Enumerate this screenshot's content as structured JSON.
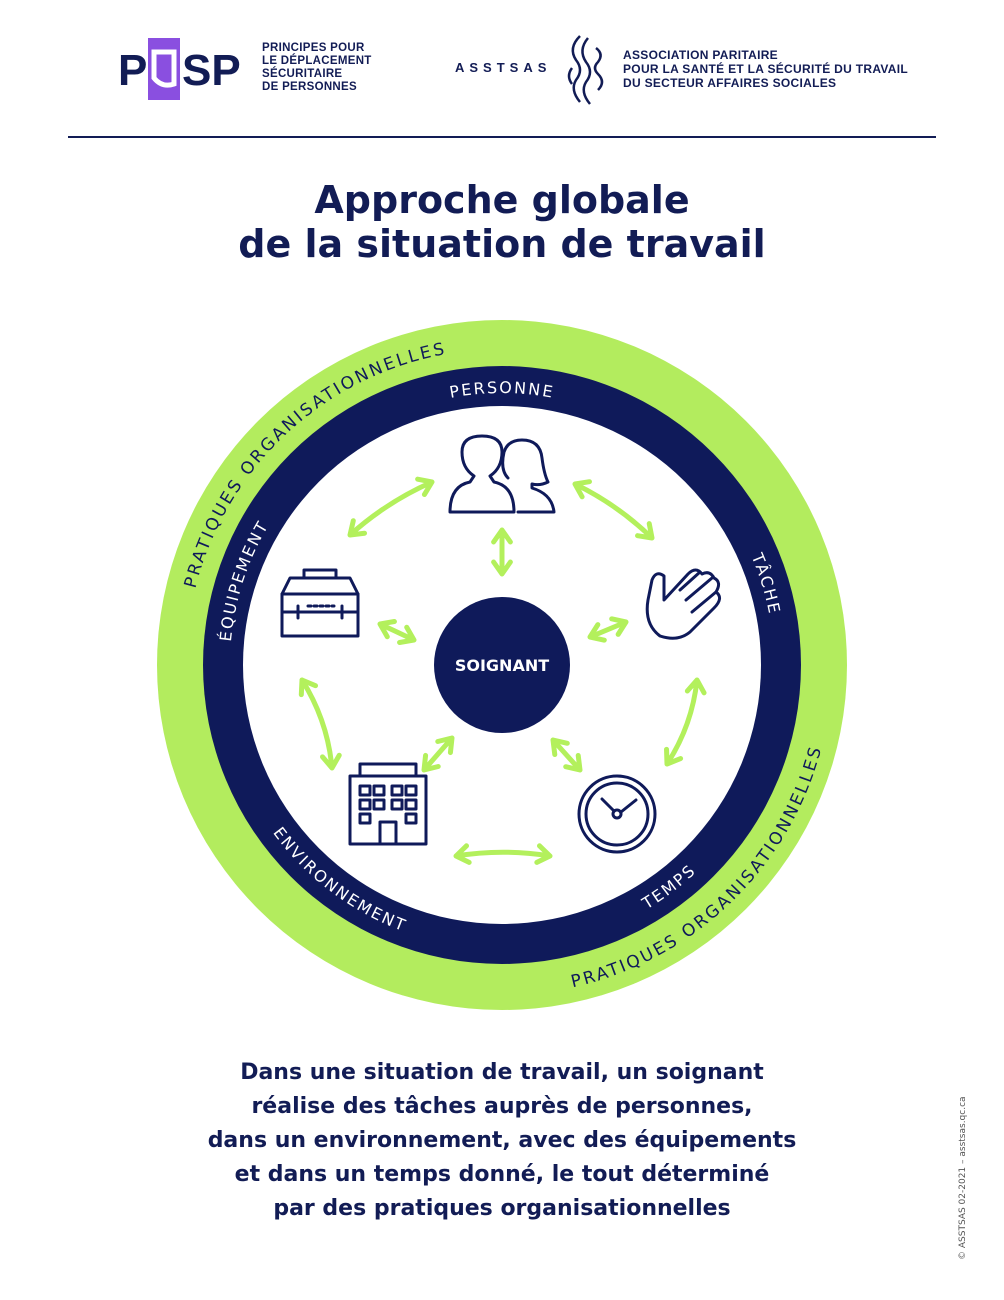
{
  "header": {
    "pdsp_logo": "PDSP",
    "pdsp_lines": [
      "PRINCIPES POUR",
      "LE DÉPLACEMENT",
      "SÉCURITAIRE",
      "DE PERSONNES"
    ],
    "asstsas_name": "ASSTSAS",
    "asstsas_lines": [
      "ASSOCIATION PARITAIRE",
      "POUR LA SANTÉ ET LA SÉCURITÉ DU TRAVAIL",
      "DU SECTEUR AFFAIRES SOCIALES"
    ]
  },
  "title_lines": [
    "Approche globale",
    "de la situation de travail"
  ],
  "diagram": {
    "center_label": "SOIGNANT",
    "ring_labels": {
      "personne": "PERSONNE",
      "tache": "TÂCHE",
      "equipement": "ÉQUIPEMENT",
      "environnement": "ENVIRONNEMENT",
      "temps": "TEMPS"
    },
    "outer_label": "PRATIQUES ORGANISATIONNELLES",
    "colors": {
      "navy": "#0f1a5a",
      "green": "#b3ec5e",
      "arrow": "#b3f05c"
    }
  },
  "caption_lines": [
    "Dans une situation de travail, un soignant",
    "réalise des tâches auprès de personnes,",
    "dans un environnement, avec des équipements",
    "et dans un temps donné, le tout déterminé",
    "par des pratiques organisationnelles"
  ],
  "copyright": "© ASSTSAS 02-2021 – asstsas.qc.ca"
}
